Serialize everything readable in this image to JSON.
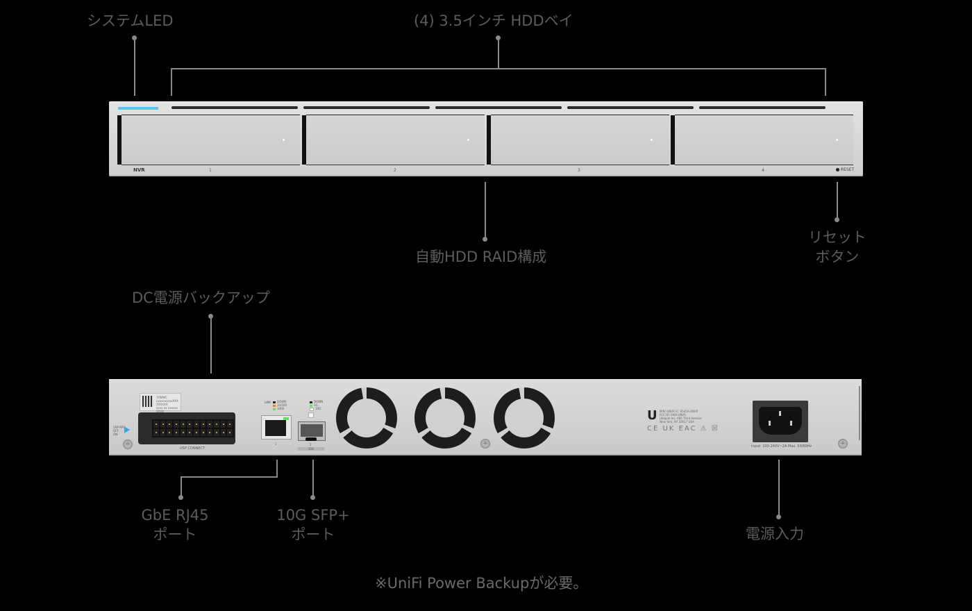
{
  "callouts": {
    "system_led": "システムLED",
    "hdd_bays": "(4) 3.5インチ HDDベイ",
    "raid": "自動HDD RAID構成",
    "reset_line1": "リセット",
    "reset_line2": "ボタン",
    "dc_backup": "DC電源バックアップ",
    "rj45_line1": "GbE RJ45",
    "rj45_line2": "ポート",
    "sfp_line1": "10G SFP+",
    "sfp_line2": "ポート",
    "power_input": "電源入力"
  },
  "footnote": "※UniFi Power Backupが必要。",
  "front_panel": {
    "model_label": "NVR",
    "bays": [
      {
        "num": "1"
      },
      {
        "num": "2"
      },
      {
        "num": "3"
      },
      {
        "num": "4"
      }
    ],
    "reset_label": "RESET",
    "system_led_color": "#4fc8f3"
  },
  "rear_panel": {
    "qr_text": [
      "YYWWC",
      "xxxxxxxxxxXXX",
      "XXXXXX",
      "xxxx xx xxxxxx XXXX"
    ],
    "usp_switch": [
      "USP RPS",
      "OFF",
      "ON"
    ],
    "usp_label": "USP CONNECT",
    "rj45_legend": [
      "DOWN",
      "10/100",
      "1000"
    ],
    "rj45_link": "LINK",
    "rj45_num": "1",
    "sfp_legend": [
      "DOWN",
      "1G",
      "10G"
    ],
    "sfp_num": "2",
    "sfp_speed": "10G",
    "cert_text": [
      "M/N: UNVR   IC: 6545A-UNVR",
      "FCC ID: SWX-UNVR",
      "Ubiquiti Inc. 685 Third Avenue",
      "New York, NY 10017 USA"
    ],
    "cert_marks": "CE UK EAC ⚠ ☒",
    "power_label": "Input: 100-240V~2A Max. 50/60Hz",
    "led_colors": {
      "down": "#222222",
      "mid": "#f07a1e",
      "green": "#5fe35a",
      "white": "#ffffff"
    }
  }
}
